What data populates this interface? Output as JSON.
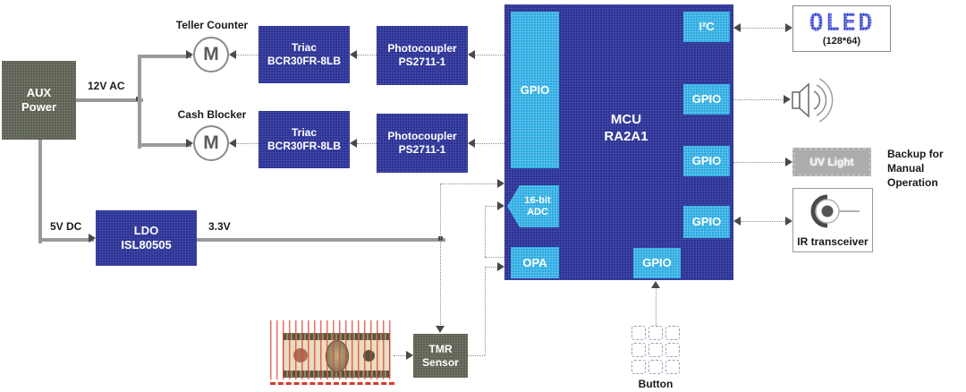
{
  "colors": {
    "block-blue": "#2E3192",
    "block-lightblue": "#29ABE2",
    "block-olive": "#5C6153",
    "uv-gray": "#ABADAA",
    "wire-gray": "#8C8C8C",
    "arrow-gray": "#4A4A4A",
    "scan-red": "#D93A2B",
    "oled-blue": "#3A46CC"
  },
  "power": {
    "aux_line1": "AUX",
    "aux_line2": "Power",
    "label_12v": "12V AC",
    "label_5v": "5V DC",
    "label_3v3": "3.3V",
    "ldo_line1": "LDO",
    "ldo_line2": "ISL80505"
  },
  "actuators": {
    "teller_label": "Teller Counter",
    "cash_label": "Cash Blocker",
    "motor_letter": "M",
    "triac1_line1": "Triac",
    "triac1_line2": "BCR30FR-8LB",
    "triac2_line1": "Triac",
    "triac2_line2": "BCR30FR-8LB",
    "pc1_line1": "Photocoupler",
    "pc1_line2": "PS2711-1",
    "pc2_line1": "Photocoupler",
    "pc2_line2": "PS2711-1"
  },
  "mcu": {
    "title_line1": "MCU",
    "title_line2": "RA2A1",
    "gpio_left": "GPIO",
    "adc_line1": "16-bit",
    "adc_line2": "ADC",
    "opa": "OPA",
    "i2c": "I²C",
    "gpio_right1": "GPIO",
    "gpio_right2": "GPIO",
    "gpio_right3": "GPIO",
    "gpio_bottom": "GPIO"
  },
  "peripherals": {
    "oled_title": "OLED",
    "oled_subtitle": "(128*64)",
    "uv_label": "UV Light",
    "uv_note_line1": "Backup for",
    "uv_note_line2": "Manual Operation",
    "ir_label": "IR transceiver",
    "button_label": "Button",
    "tmr_line1": "TMR",
    "tmr_line2": "Sensor"
  }
}
